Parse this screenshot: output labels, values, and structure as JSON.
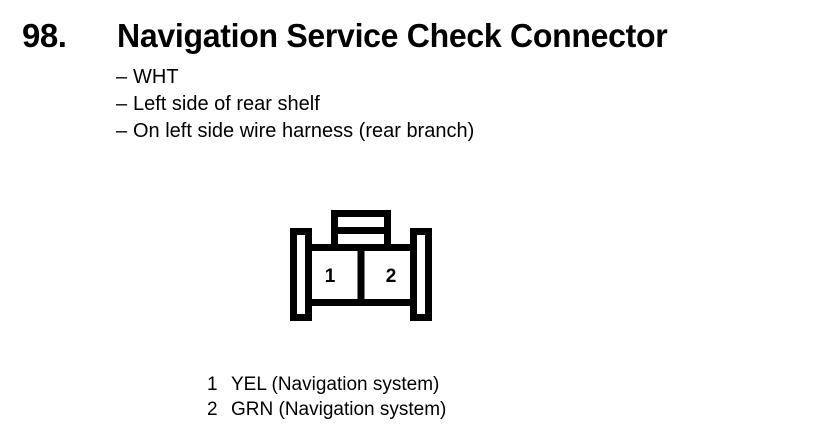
{
  "header": {
    "number": "98.",
    "title": "Navigation Service Check Connector"
  },
  "notes": {
    "dash": "–",
    "items": [
      "WHT",
      "Left side of rear shelf",
      "On left side wire harness (rear branch)"
    ]
  },
  "connector": {
    "name": "2-pin connector",
    "outline_color": "#000000",
    "cavities": [
      {
        "pin": "1"
      },
      {
        "pin": "2"
      }
    ]
  },
  "legend": {
    "rows": [
      {
        "pin": "1",
        "description": "YEL (Navigation system)"
      },
      {
        "pin": "2",
        "description": "GRN (Navigation system)"
      }
    ]
  }
}
